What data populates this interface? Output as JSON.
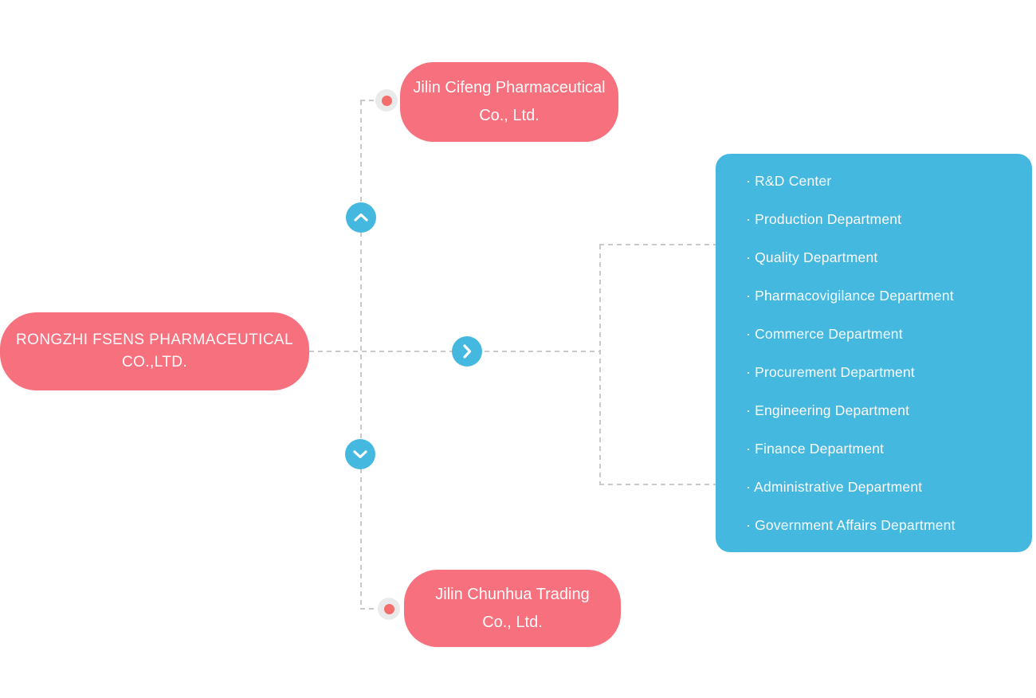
{
  "colors": {
    "background": "#ffffff",
    "node_pink": "#f7707e",
    "panel_blue": "#45b8e0",
    "connector_gray": "#c9c9c9",
    "dot_outer": "#eaeaea",
    "dot_inner": "#f56c6c",
    "text_white": "#ffffff"
  },
  "org_chart": {
    "root": {
      "line1": "RONGZHI FSENS PHARMACEUTICAL",
      "line2": "CO.,LTD."
    },
    "subsidiary_top": {
      "line1": "Jilin Cifeng Pharmaceutical",
      "line2": "Co., Ltd."
    },
    "subsidiary_bottom": {
      "line1": "Jilin Chunhua Trading",
      "line2": "Co., Ltd."
    },
    "departments": {
      "items": [
        "· R&D Center",
        "· Production Department",
        "· Quality Department",
        "· Pharmacovigilance Department",
        "· Commerce Department",
        "· Procurement Department",
        "· Engineering Department",
        "· Finance Department",
        "· Administrative Department",
        "· Government Affairs Department"
      ]
    }
  }
}
